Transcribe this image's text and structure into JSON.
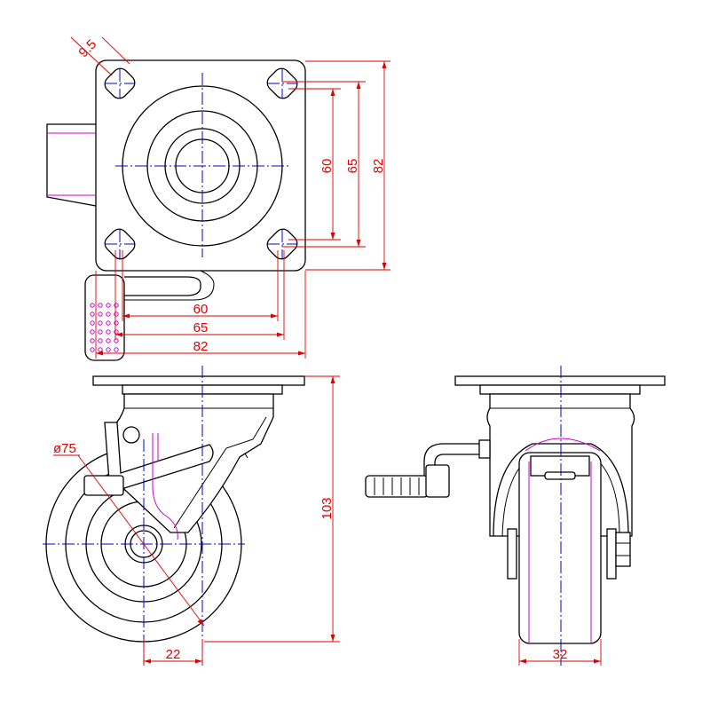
{
  "dimensions": {
    "bolt_hole": "9.5",
    "hole_spacing_v": "60",
    "hole_spacing_v_outer": "65",
    "plate_height": "82",
    "hole_spacing_h": "60",
    "hole_spacing_h_outer": "65",
    "plate_width": "82",
    "wheel_diameter": "ø75",
    "overall_height": "103",
    "swivel_offset": "22",
    "wheel_width": "32"
  },
  "colors": {
    "outline": "#000000",
    "dimension": "#e00000",
    "centerline": "#0000cc",
    "hidden": "#cc00cc"
  }
}
